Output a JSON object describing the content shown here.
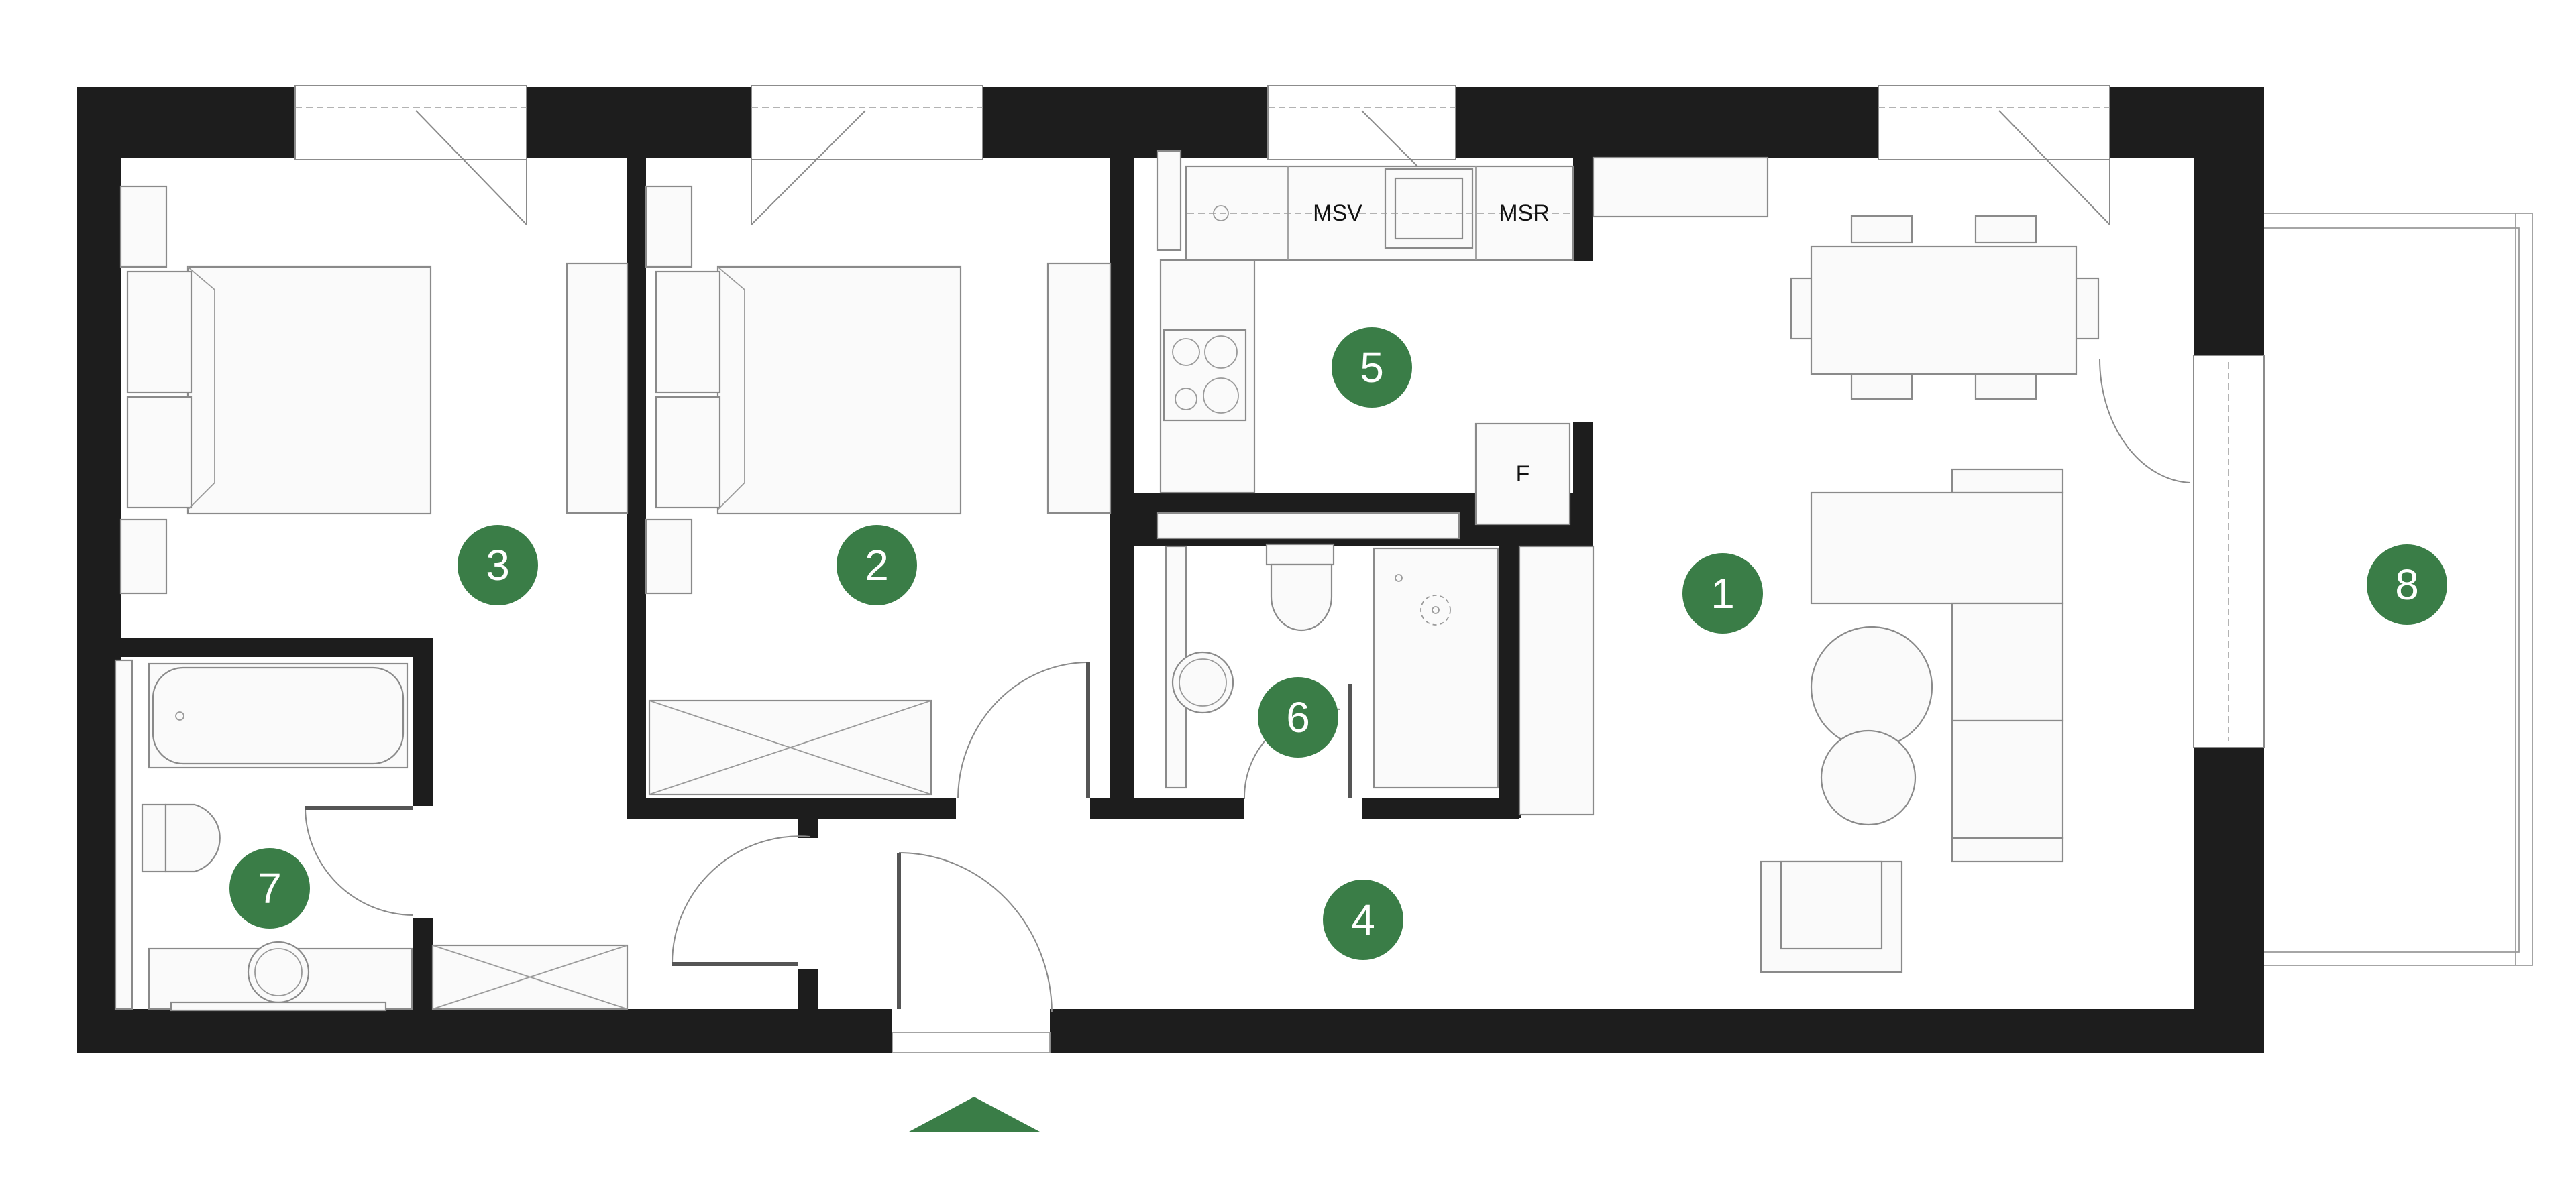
{
  "colors": {
    "wall": "#1d1d1d",
    "badge": "#3a7d47",
    "entrance_arrow": "#3a7d47",
    "badge_text": "#ffffff"
  },
  "rooms": [
    {
      "number": "1"
    },
    {
      "number": "2"
    },
    {
      "number": "3"
    },
    {
      "number": "4"
    },
    {
      "number": "5"
    },
    {
      "number": "6"
    },
    {
      "number": "7"
    },
    {
      "number": "8"
    }
  ],
  "appliances": {
    "dishwasher": "MSV",
    "washing_machine": "MSR",
    "fridge": "F"
  }
}
